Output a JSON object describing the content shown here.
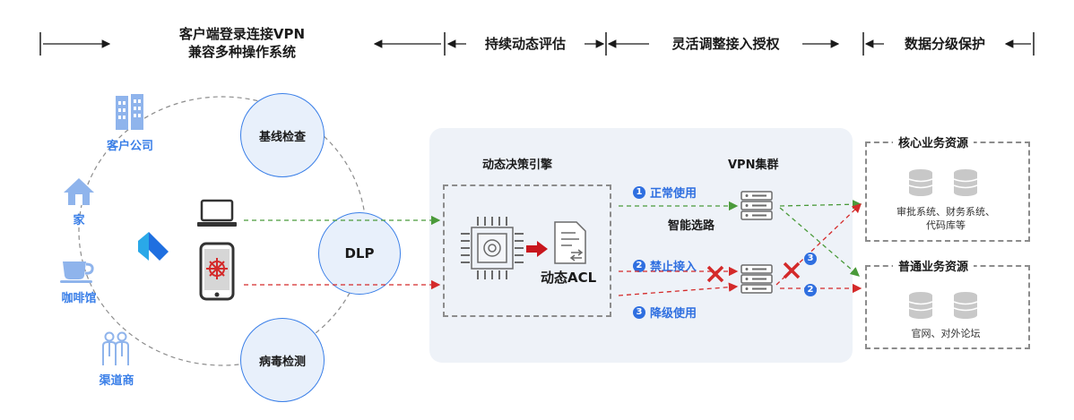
{
  "header": {
    "stage1_line1": "客户端登录连接VPN",
    "stage1_line2": "兼容多种操作系统",
    "stage2": "持续动态评估",
    "stage3": "灵活调整接入授权",
    "stage4": "数据分级保护"
  },
  "locations": [
    {
      "label": "客户公司",
      "icon": "office-building-icon"
    },
    {
      "label": "家",
      "icon": "house-icon"
    },
    {
      "label": "咖啡馆",
      "icon": "coffee-cup-icon"
    },
    {
      "label": "渠道商",
      "icon": "partners-icon"
    }
  ],
  "checks": {
    "baseline": "基线检查",
    "dlp": "DLP",
    "virus": "病毒检测"
  },
  "engine": {
    "title": "动态决策引擎",
    "acl": "动态ACL"
  },
  "vpn": {
    "title": "VPN集群",
    "routing": "智能选路",
    "paths": [
      {
        "num": "1",
        "label": "正常使用"
      },
      {
        "num": "2",
        "label": "禁止接入"
      },
      {
        "num": "3",
        "label": "降级使用"
      }
    ],
    "badge_a": "3",
    "badge_b": "2"
  },
  "resources": {
    "core_title": "核心业务资源",
    "core_line1": "审批系统、财务系统、",
    "core_line2": "代码库等",
    "normal_title": "普通业务资源",
    "normal_text": "官网、对外论坛"
  },
  "colors": {
    "accent": "#3a7fe8",
    "green_path": "#4a9a3a",
    "red_path": "#d42a2a"
  }
}
